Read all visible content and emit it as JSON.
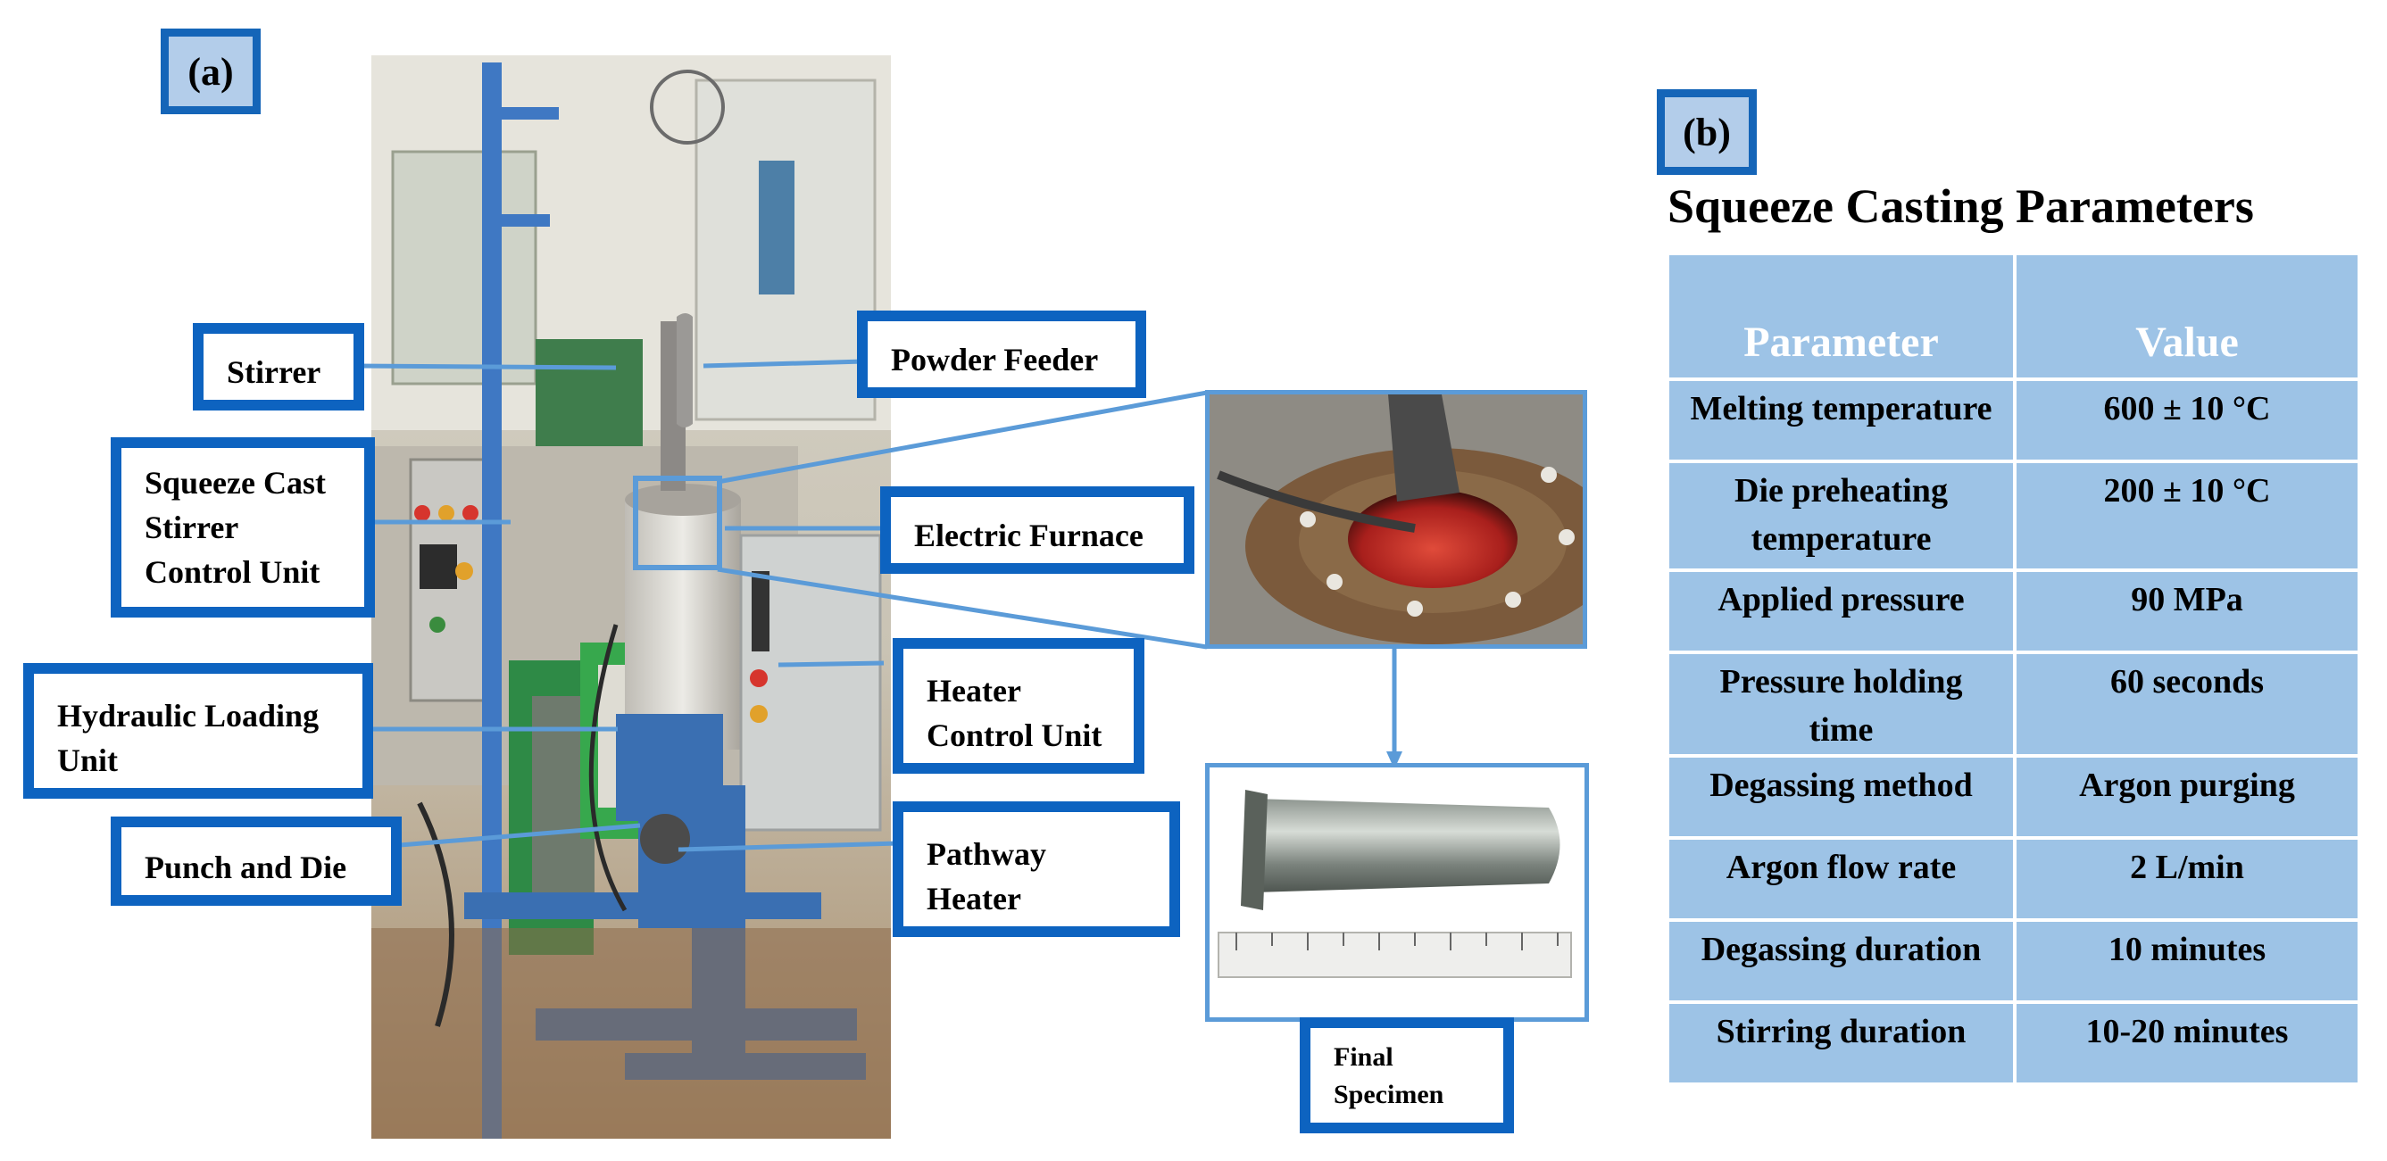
{
  "panel_a": {
    "tag": "(a)",
    "labels": {
      "stirrer": "Stirrer",
      "powder_feeder": "Powder Feeder",
      "control_unit": "Squeeze Cast\nStirrer\nControl Unit",
      "electric_furnace": "Electric Furnace",
      "hydraulic": "Hydraulic Loading\nUnit",
      "heater_control": "Heater\nControl Unit",
      "punch_die": "Punch and Die",
      "pathway_heater": "Pathway\nHeater",
      "final_specimen": "Final\nSpecimen"
    }
  },
  "panel_b": {
    "tag": "(b)",
    "title": "Squeeze Casting Parameters",
    "header": [
      "Parameter",
      "Value"
    ],
    "rows": [
      {
        "parameter": "Melting temperature",
        "value": "600 ± 10 °C"
      },
      {
        "parameter": "Die preheating\ntemperature",
        "value": "200 ± 10 °C"
      },
      {
        "parameter": "Applied pressure",
        "value": "90 MPa"
      },
      {
        "parameter": "Pressure holding\ntime",
        "value": "60 seconds"
      },
      {
        "parameter": "Degassing method",
        "value": "Argon purging"
      },
      {
        "parameter": "Argon flow rate",
        "value": "2 L/min"
      },
      {
        "parameter": "Degassing duration",
        "value": "10 minutes"
      },
      {
        "parameter": "Stirring duration",
        "value": "10-20 minutes"
      }
    ]
  },
  "colors": {
    "callout_border": "#0d63c0",
    "tag_fill": "#b3cdea",
    "table_fill": "#9dc3e6",
    "leader_line": "#5b9bd8"
  }
}
